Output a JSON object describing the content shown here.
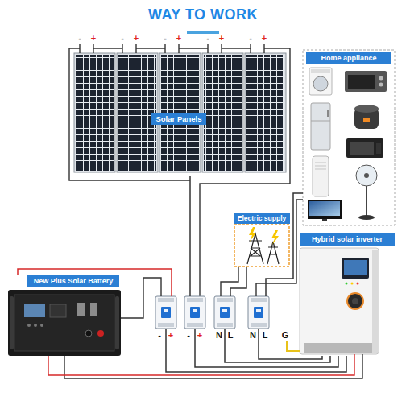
{
  "diagram": {
    "title": "WAY TO WORK",
    "nodes": [
      {
        "text": [
          "Solar Panels"
        ]
      },
      {
        "text": [
          "Home appliance"
        ]
      },
      {
        "text": [
          "Electric supply"
        ]
      },
      {
        "text": [
          "Hybrid solar inverter"
        ]
      },
      {
        "text": [
          "New Plus Solar Battery"
        ]
      },
      {
        "text": [
          "-",
          "+"
        ]
      },
      {
        "text": [
          "-",
          "+"
        ]
      },
      {
        "text": [
          "N",
          "L"
        ]
      },
      {
        "text": [
          "N",
          "L",
          "G"
        ]
      }
    ],
    "edges": [
      {
        "from": 4,
        "to": 5,
        "arrow": "none"
      },
      {
        "from": 0,
        "to": 6,
        "arrow": "none"
      },
      {
        "from": 2,
        "to": 7,
        "arrow": "none"
      },
      {
        "from": 1,
        "to": 8,
        "arrow": "none"
      },
      {
        "from": 5,
        "to": 3,
        "arrow": "none"
      },
      {
        "from": 6,
        "to": 3,
        "arrow": "none"
      },
      {
        "from": 7,
        "to": 3,
        "arrow": "none"
      },
      {
        "from": 8,
        "to": 3,
        "arrow": "none"
      }
    ],
    "labels": [
      "-",
      "+",
      "-",
      "+",
      "-",
      "+",
      "-",
      "+",
      "-",
      "+"
    ]
  }
}
